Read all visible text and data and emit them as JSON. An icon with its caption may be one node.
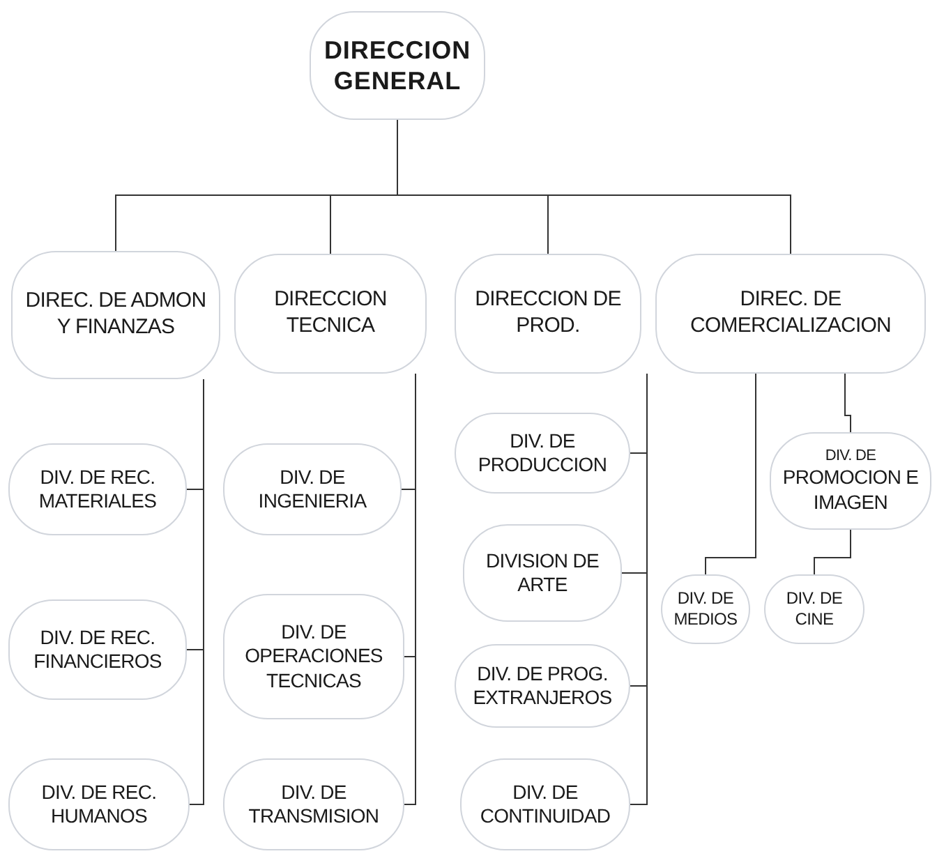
{
  "diagram": {
    "nodes": [
      {
        "text": [
          "DIRECCION GENERAL"
        ]
      },
      {
        "text": [
          "DIREC. DE ADMON Y FINANZAS"
        ]
      },
      {
        "text": [
          "DIRECCION TECNICA"
        ]
      },
      {
        "text": [
          "DIRECCION DE PROD."
        ]
      },
      {
        "text": [
          "DIREC. DE COMERCIALIZACION"
        ]
      },
      {
        "text": [
          "DIV. DE REC. MATERIALES"
        ]
      },
      {
        "text": [
          "DIV. DE REC. FINANCIEROS"
        ]
      },
      {
        "text": [
          "DIV. DE REC. HUMANOS"
        ]
      },
      {
        "text": [
          "DIV. DE INGENIERIA"
        ]
      },
      {
        "text": [
          "DIV. DE OPERACIONES TECNICAS"
        ]
      },
      {
        "text": [
          "DIV. DE TRANSMISION"
        ]
      },
      {
        "text": [
          "DIV. DE PRODUCCION"
        ]
      },
      {
        "text": [
          "DIVISION DE ARTE"
        ]
      },
      {
        "text": [
          "DIV. DE PROG. EXTRANJEROS"
        ]
      },
      {
        "text": [
          "DIV. DE CONTINUIDAD"
        ]
      },
      {
        "text": [
          "DIV. DE",
          "PROMOCION E IMAGEN"
        ]
      },
      {
        "text": [
          "DIV. DE MEDIOS"
        ]
      },
      {
        "text": [
          "DIV. DE CINE"
        ]
      }
    ],
    "edges": [
      {
        "from": 0,
        "to": 1,
        "arrow": "none"
      },
      {
        "from": 0,
        "to": 2,
        "arrow": "none"
      },
      {
        "from": 0,
        "to": 3,
        "arrow": "none"
      },
      {
        "from": 0,
        "to": 4,
        "arrow": "none"
      },
      {
        "from": 1,
        "to": 5,
        "arrow": "none"
      },
      {
        "from": 1,
        "to": 6,
        "arrow": "none"
      },
      {
        "from": 1,
        "to": 7,
        "arrow": "none"
      },
      {
        "from": 2,
        "to": 8,
        "arrow": "none"
      },
      {
        "from": 2,
        "to": 9,
        "arrow": "none"
      },
      {
        "from": 2,
        "to": 10,
        "arrow": "none"
      },
      {
        "from": 3,
        "to": 11,
        "arrow": "none"
      },
      {
        "from": 3,
        "to": 12,
        "arrow": "none"
      },
      {
        "from": 3,
        "to": 13,
        "arrow": "none"
      },
      {
        "from": 3,
        "to": 14,
        "arrow": "none"
      },
      {
        "from": 4,
        "to": 15,
        "arrow": "none"
      },
      {
        "from": 4,
        "to": 16,
        "arrow": "none"
      },
      {
        "from": 15,
        "to": 17,
        "arrow": "none"
      }
    ]
  }
}
